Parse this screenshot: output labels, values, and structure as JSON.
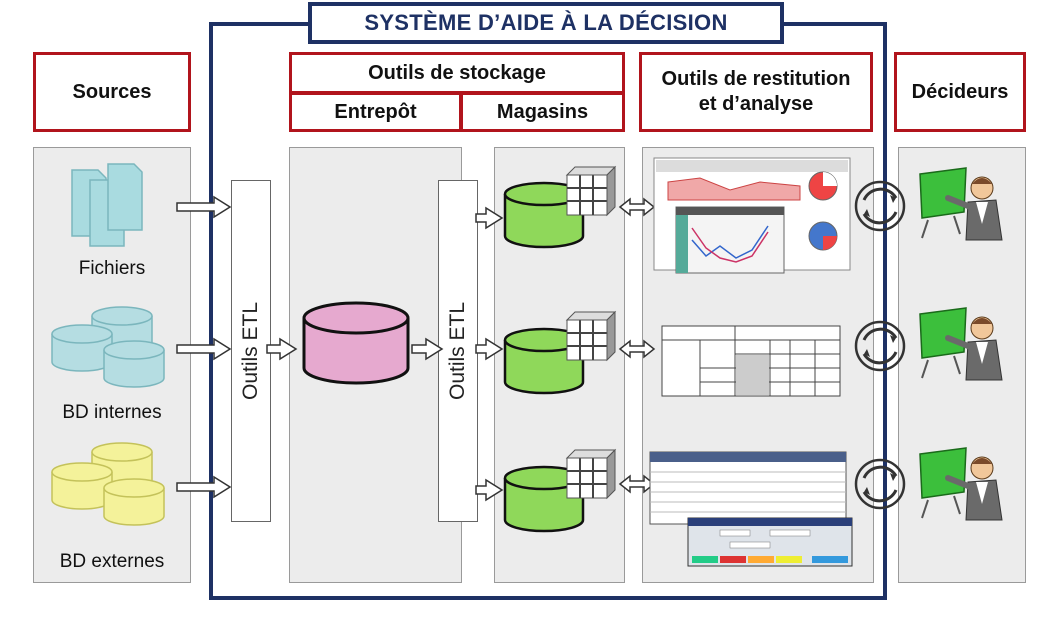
{
  "title": "SYSTÈME D’AIDE À LA DÉCISION",
  "headers": {
    "sources": "Sources",
    "stockage": "Outils de stockage",
    "entrepot": "Entrepôt",
    "magasins": "Magasins",
    "restitution": "Outils de restitution et d’analyse",
    "decideurs": "Décideurs"
  },
  "sources": {
    "fichiers": "Fichiers",
    "bd_internes": "BD internes",
    "bd_externes": "BD externes"
  },
  "etl_label": "Outils ETL",
  "colors": {
    "frame": "#1e3164",
    "header_border": "#b1141c",
    "files": "#a9dbe0",
    "bd_internes": "#b5dde2",
    "bd_externes": "#f4f29a",
    "entrepot": "#e6a9cf",
    "magasins": "#8fd85a"
  },
  "icons": {
    "files": "documents-icon",
    "databases": "database-icon",
    "cube": "olap-cube-icon",
    "cycle": "refresh-cycle-icon",
    "decider": "presenter-icon"
  }
}
